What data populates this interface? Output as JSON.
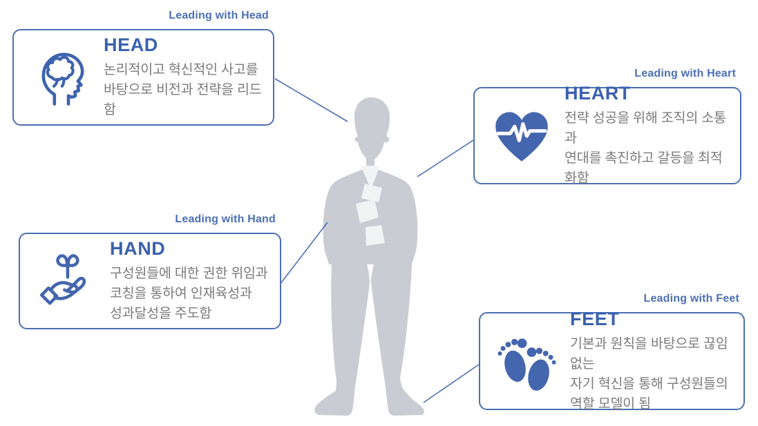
{
  "cards": [
    {
      "id": "head",
      "tag": "Leading with Head",
      "title": "HEAD",
      "description": "논리적이고 혁신적인 사고를\n바탕으로 비전과 전략을 리드함",
      "icon": "head-brain-icon"
    },
    {
      "id": "heart",
      "tag": "Leading with Heart",
      "title": "HEART",
      "description": "전략 성공을 위해 조직의 소통과\n연대를 촉진하고 갈등을 최적화함",
      "icon": "heart-pulse-icon"
    },
    {
      "id": "hand",
      "tag": "Leading with Hand",
      "title": "HAND",
      "description": "구성원들에 대한 권한 위임과\n코칭을 통하여 인재육성과\n성과달성을 주도함",
      "icon": "hand-sprout-icon"
    },
    {
      "id": "feet",
      "tag": "Leading with Feet",
      "title": "FEET",
      "description": "기본과 원칙을 바탕으로 끊임없는\n자기 혁신을 통해 구성원들의\n역할 모델이 됨",
      "icon": "footprints-icon"
    }
  ],
  "figure": {
    "name": "businessman-silhouette"
  },
  "colors": {
    "accent_blue": "#4C6FB5",
    "title_blue": "#3A61AE",
    "icon_blue": "#4466AE",
    "description_gray": "#7B7B7B",
    "silhouette_gray": "#C9CDD3",
    "shirt_white": "#F2F3F5"
  }
}
